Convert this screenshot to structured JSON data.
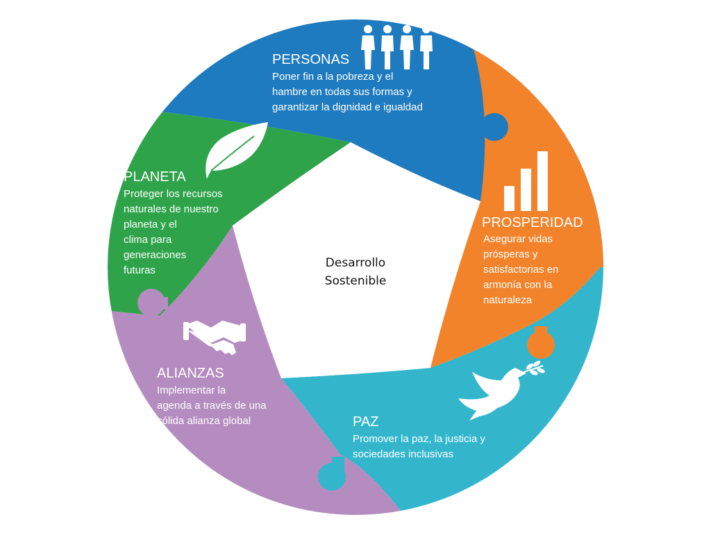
{
  "center": {
    "line1": "Desarrollo",
    "line2": "Sostenible"
  },
  "segments": {
    "personas": {
      "title": "PERSONAS",
      "desc": [
        "Poner fin a la pobreza y el",
        "hambre en todas sus formas y",
        "garantizar la dignidad e igualdad"
      ],
      "color": "#1f7bbf",
      "icon": "people-icon"
    },
    "prosperidad": {
      "title": "PROSPERIDAD",
      "desc": [
        "Asegurar vidas",
        "prósperas y",
        "satisfactorias en",
        "armonía con la",
        "naturaleza"
      ],
      "color": "#f2832b",
      "icon": "bar-chart-icon"
    },
    "paz": {
      "title": "PAZ",
      "desc": [
        "Promover la paz, la justicia y",
        "sociedades inclusivas"
      ],
      "color": "#33b6cc",
      "icon": "dove-icon"
    },
    "alianzas": {
      "title": "ALIANZAS",
      "desc": [
        "Implementar la",
        "agenda a través de una",
        "sólida alianza global"
      ],
      "color": "#b48cc0",
      "icon": "handshake-icon"
    },
    "planeta": {
      "title": "PLANETA",
      "desc": [
        "Proteger los recursos",
        "naturales de nuestro",
        "planeta y el",
        "clima para",
        "generaciones",
        "futuras"
      ],
      "color": "#2ea34a",
      "icon": "leaf-icon"
    }
  }
}
